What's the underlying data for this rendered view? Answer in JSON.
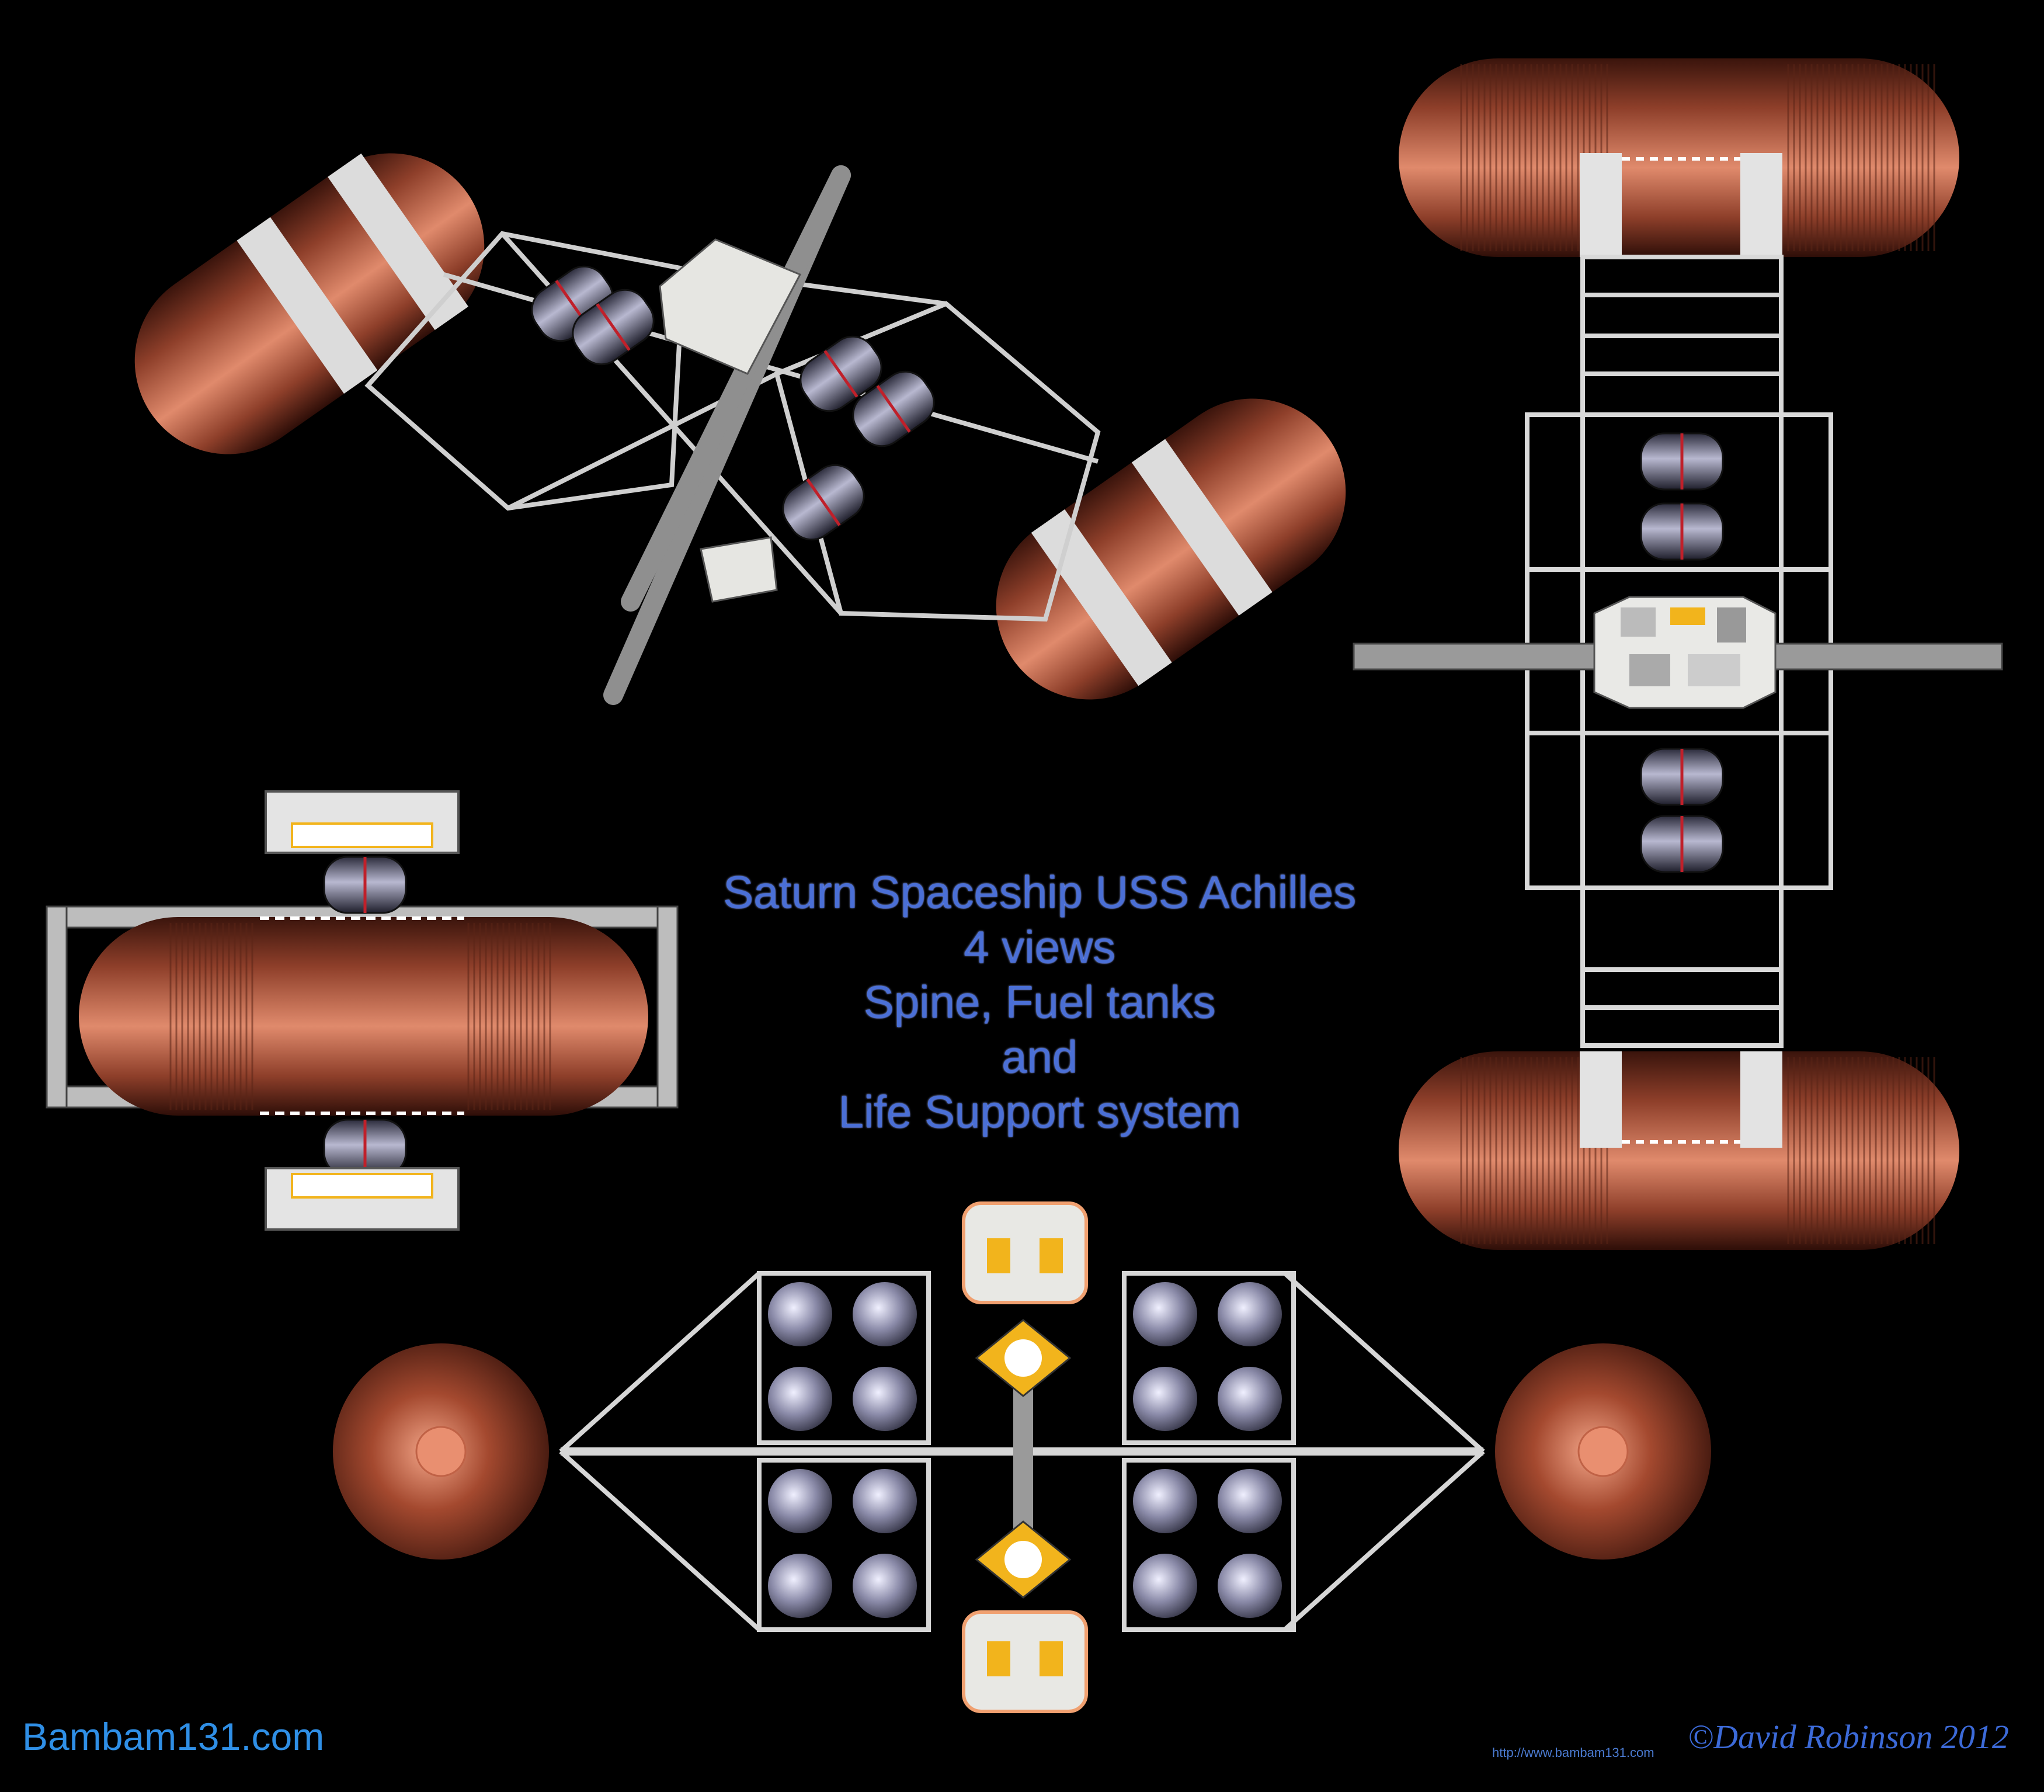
{
  "title": {
    "lines": [
      "Saturn Spaceship USS Achilles",
      "4  views",
      "Spine, Fuel tanks",
      "and",
      "Life Support system"
    ]
  },
  "footer": {
    "site": "Bambam131.com",
    "url": "http://www.bambam131.com",
    "copyright": "©David Robinson 2012"
  },
  "colors": {
    "background": "#000000",
    "tank": "#8e3f2a",
    "tank_highlight": "#f29a7e",
    "frame": "#d9d9d9",
    "title_text": "#4a6fd6",
    "module_yellow": "#f2b41c"
  },
  "views": [
    "perspective",
    "side",
    "top",
    "front"
  ]
}
